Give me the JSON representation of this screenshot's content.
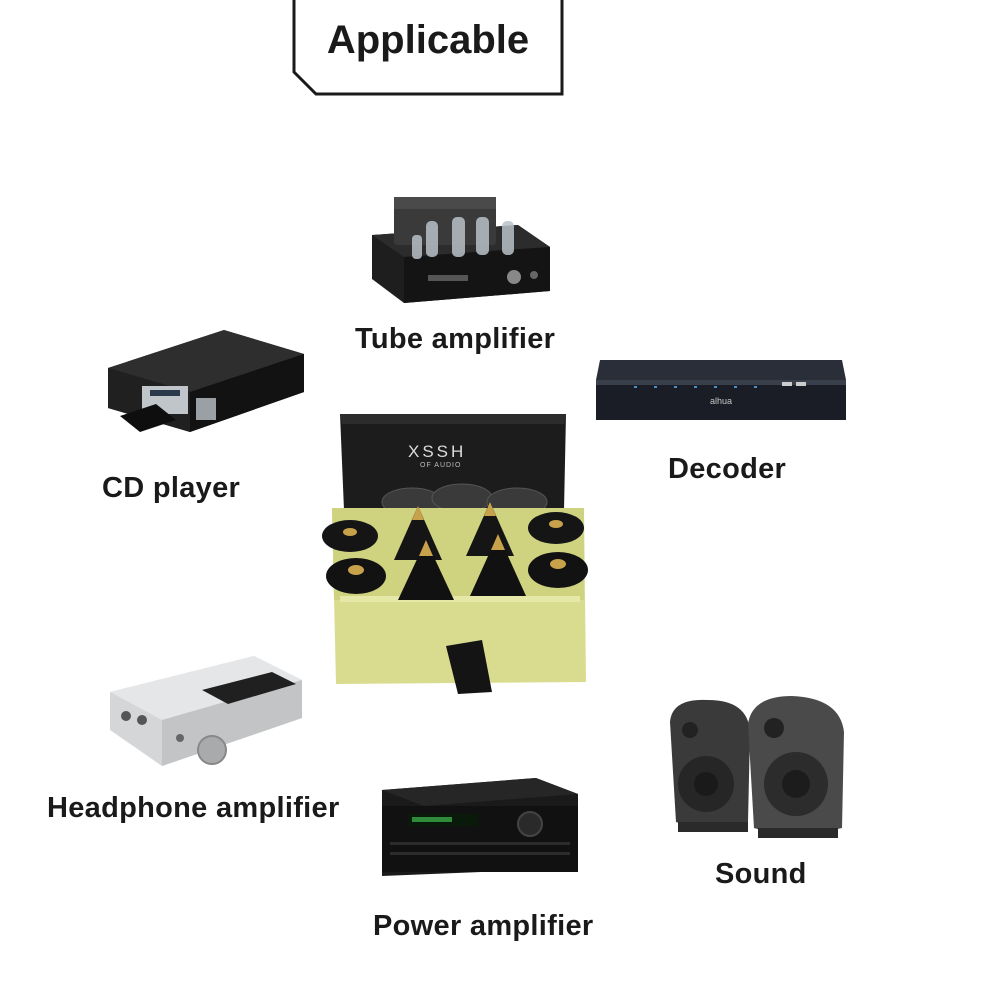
{
  "header": {
    "title": "Applicable"
  },
  "center_product": {
    "brand": "XSSH",
    "brand_sub": "OF AUDIO"
  },
  "devices": [
    {
      "id": "tube-amplifier",
      "label": "Tube amplifier"
    },
    {
      "id": "cd-player",
      "label": "CD player"
    },
    {
      "id": "decoder",
      "label": "Decoder",
      "brand": "alhua"
    },
    {
      "id": "headphone-amplifier",
      "label": "Headphone amplifier"
    },
    {
      "id": "power-amplifier",
      "label": "Power amplifier"
    },
    {
      "id": "sound",
      "label": "Sound"
    }
  ],
  "colors": {
    "text": "#1a1a1a",
    "box_green": "#d9dc8e",
    "box_black": "#1c1c1c",
    "gold": "#c8a24a"
  }
}
